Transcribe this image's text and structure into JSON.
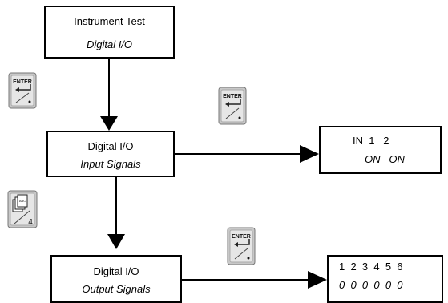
{
  "nodes": {
    "instrument_test": {
      "line1": "Instrument Test",
      "line2": "Digital I/O"
    },
    "input_menu": {
      "line1": "Digital I/O",
      "line2": "Input Signals"
    },
    "input_display": {
      "line1": "IN  1   2",
      "line2": "ON   ON"
    },
    "output_menu": {
      "line1": "Digital I/O",
      "line2": "Output Signals"
    },
    "output_display": {
      "line1": "1  2  3  4  5  6",
      "line2": "0  0  0  0  0  0"
    }
  },
  "keys": {
    "enter_label": "ENTER",
    "abc_label": "ABC",
    "abc_number": "4"
  }
}
